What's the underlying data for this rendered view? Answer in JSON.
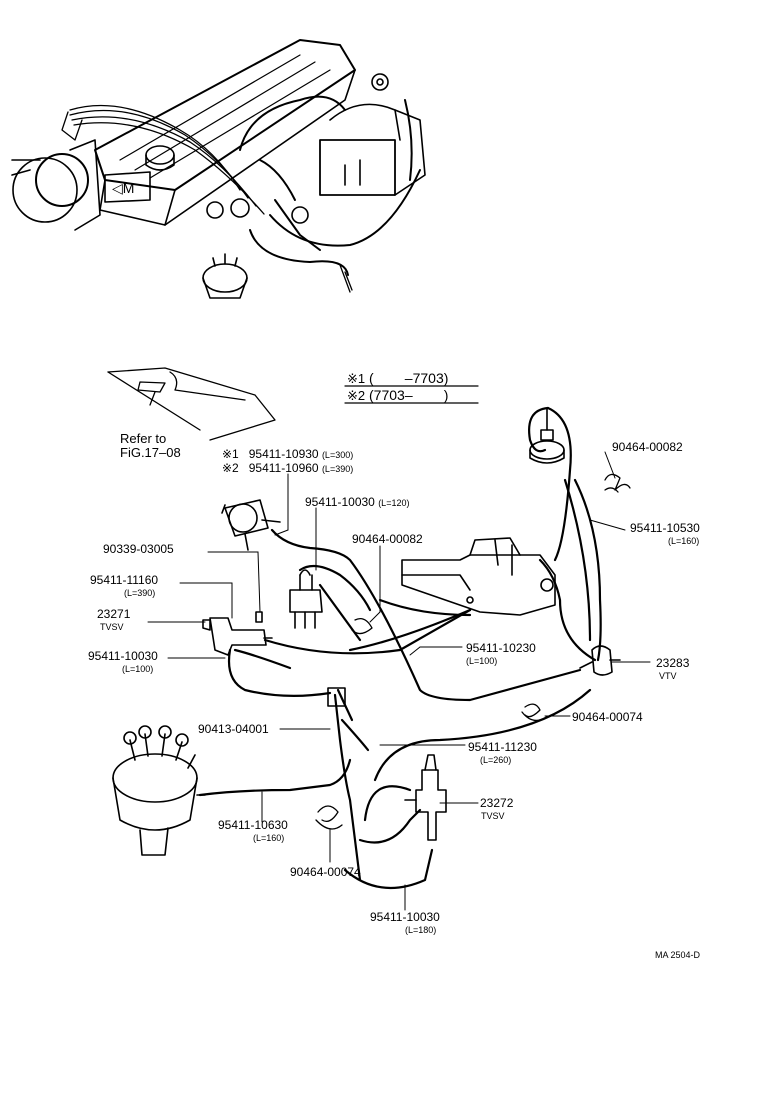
{
  "legend": {
    "row1": {
      "mark": "※1",
      "text": "(        –7703)"
    },
    "row2": {
      "mark": "※2",
      "text": "(7703–        )"
    }
  },
  "refer": {
    "line1": "Refer to",
    "line2": "FiG.17–08"
  },
  "variants": [
    {
      "mark": "※1",
      "part": "95411-10930",
      "length": "(L=300)"
    },
    {
      "mark": "※2",
      "part": "95411-10960",
      "length": "(L=390)"
    }
  ],
  "labels": {
    "hose_120": {
      "part": "95411-10030",
      "length": "(L=120)"
    },
    "clip_top_right": {
      "part": "90464-00082"
    },
    "hose_160_right": {
      "part": "95411-10530",
      "length": "(L=160)"
    },
    "clip_center": {
      "part": "90464-00082"
    },
    "plug": {
      "part": "90339-03005"
    },
    "hose_390": {
      "part": "95411-11160",
      "length": "(L=390)"
    },
    "tvsv_left": {
      "part": "23271",
      "name": "TVSV"
    },
    "hose_100_left": {
      "part": "95411-10030",
      "length": "(L=100)"
    },
    "hose_100_center": {
      "part": "95411-10230",
      "length": "(L=100)"
    },
    "vtv": {
      "part": "23283",
      "name": "VTV"
    },
    "clip_mid_right": {
      "part": "90464-00074"
    },
    "tee": {
      "part": "90413-04001"
    },
    "hose_260": {
      "part": "95411-11230",
      "length": "(L=260)"
    },
    "tvsv_right": {
      "part": "23272",
      "name": "TVSV"
    },
    "hose_160_left": {
      "part": "95411-10630",
      "length": "(L=160)"
    },
    "clip_bottom": {
      "part": "90464-00074"
    },
    "hose_180": {
      "part": "95411-10030",
      "length": "(L=180)"
    }
  },
  "drawing_code": "MA 2504-D"
}
